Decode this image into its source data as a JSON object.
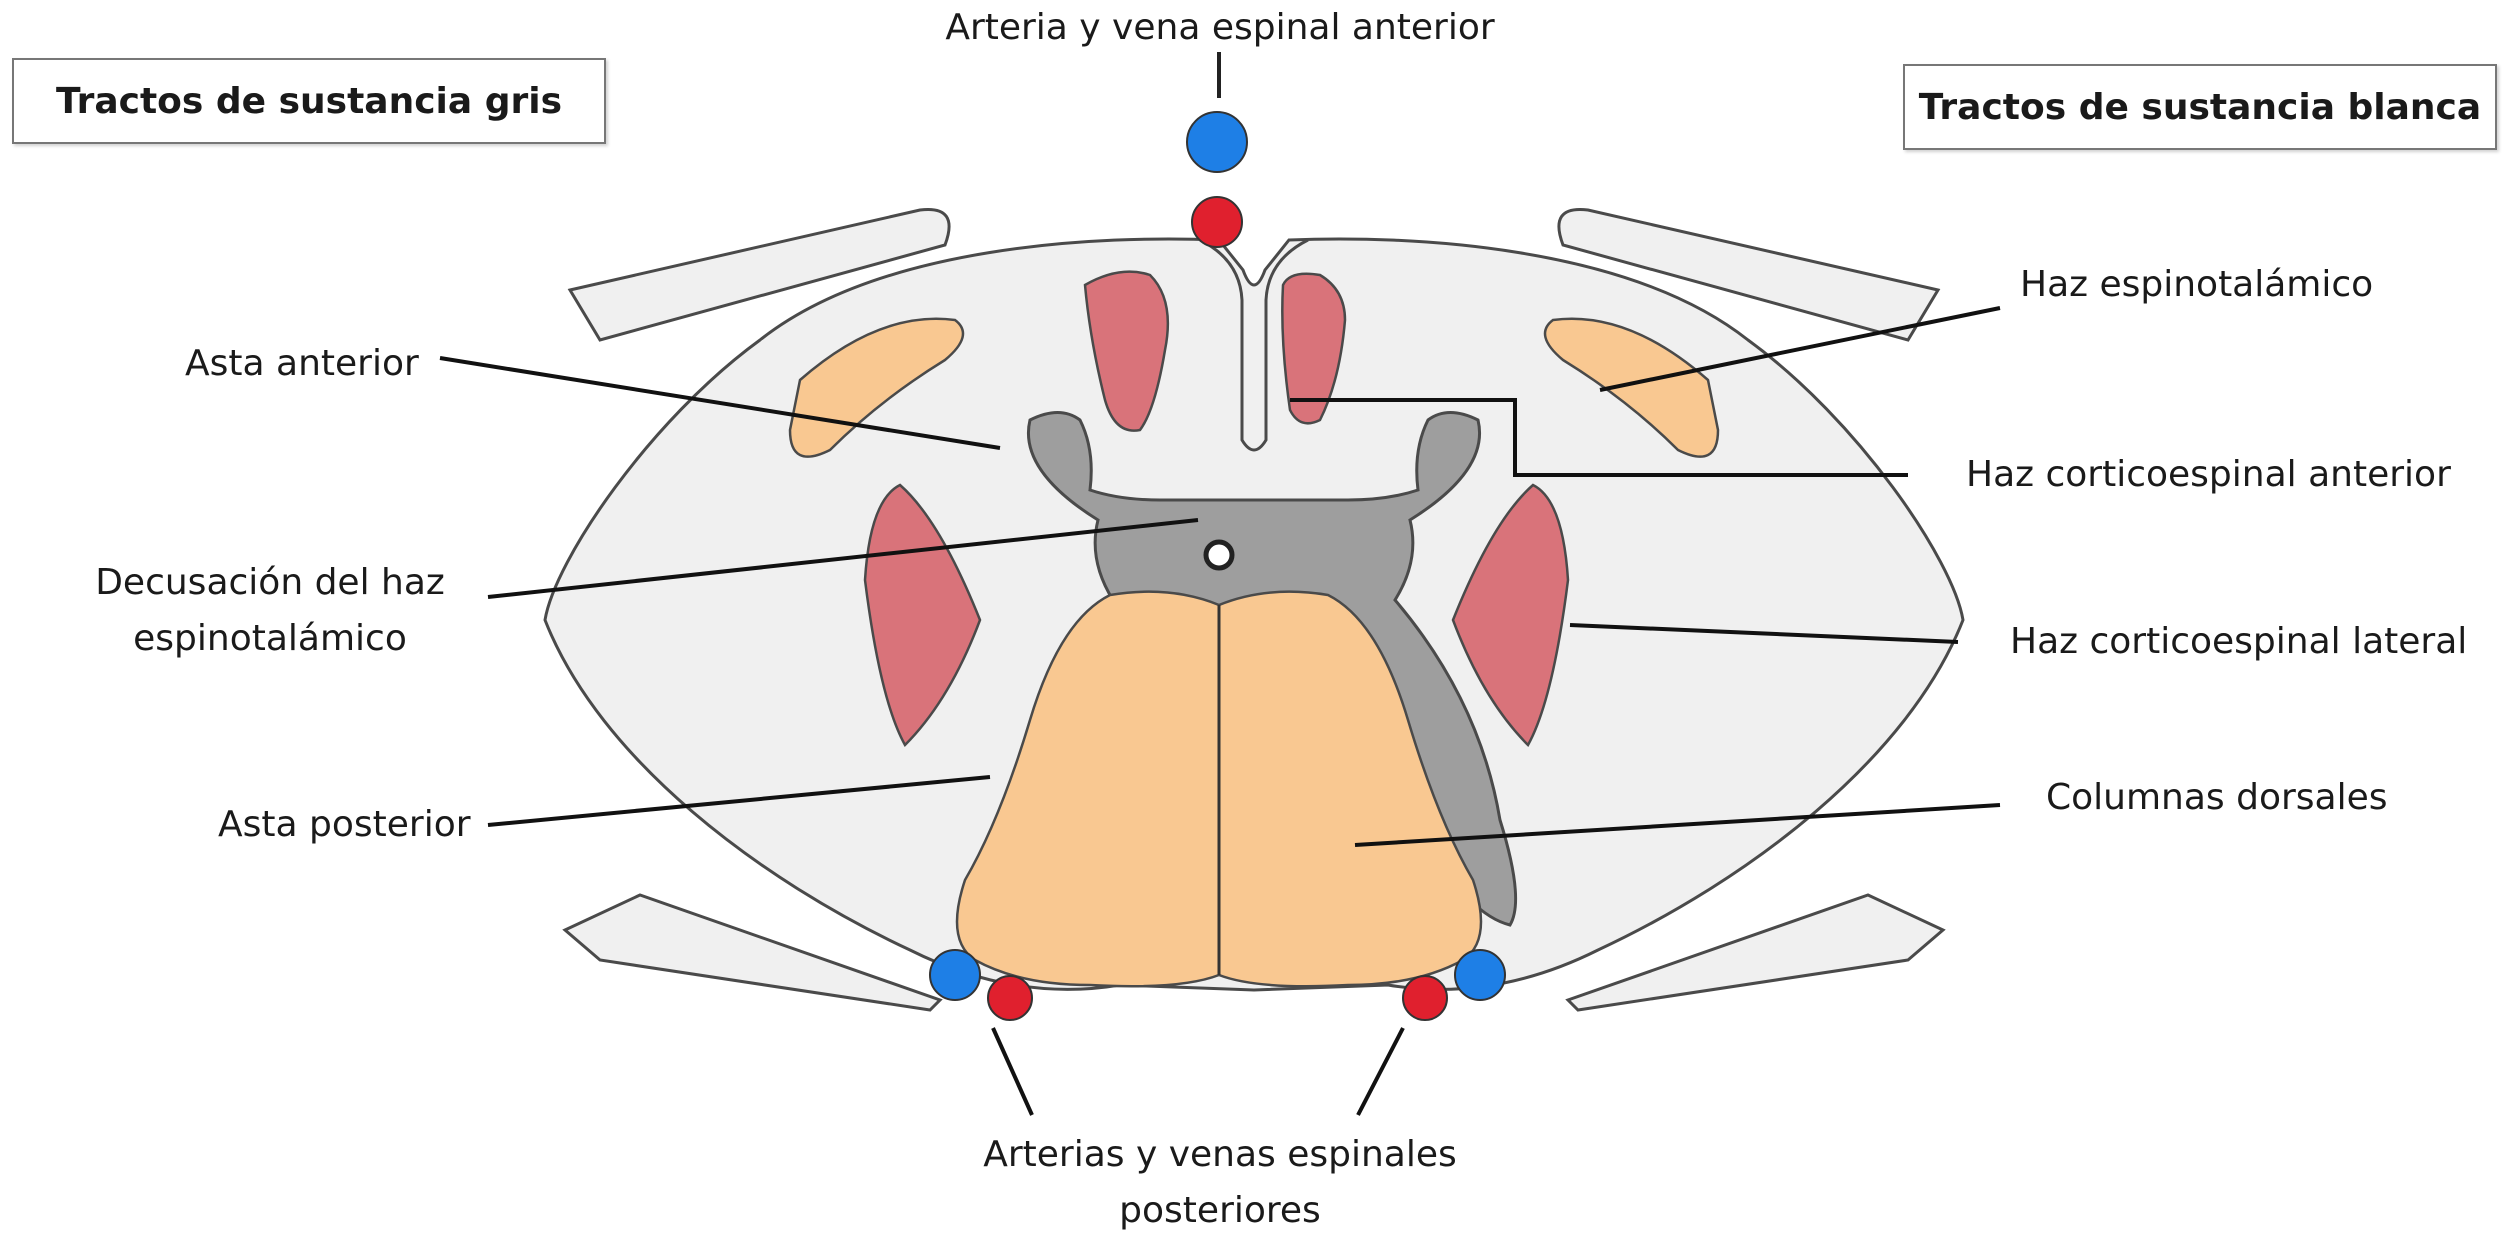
{
  "headers": {
    "gray_matter": "Tractos de sustancia gris",
    "white_matter": "Tractos de sustancia blanca"
  },
  "labels": {
    "anterior_vessels": "Arteria y vena espinal anterior",
    "spinothalamic": "Haz espinotalámico",
    "anterior_horn": "Asta anterior",
    "anterior_corticospinal": "Haz corticoespinal anterior",
    "decussation_line1": "Decusación del haz",
    "decussation_line2": "espinotalámico",
    "lateral_corticospinal": "Haz corticoespinal lateral",
    "posterior_horn": "Asta posterior",
    "dorsal_columns": "Columnas dorsales",
    "posterior_vessels_line1": "Arterias y venas espinales",
    "posterior_vessels_line2": "posteriores"
  },
  "colors": {
    "white_matter": "#f0f0f0",
    "gray_matter": "#9e9e9e",
    "tract_orange": "#f9c891",
    "tract_red": "#d9737a",
    "artery": "#e0202e",
    "vein": "#1e7fe6",
    "outline": "#4a4a4a"
  }
}
